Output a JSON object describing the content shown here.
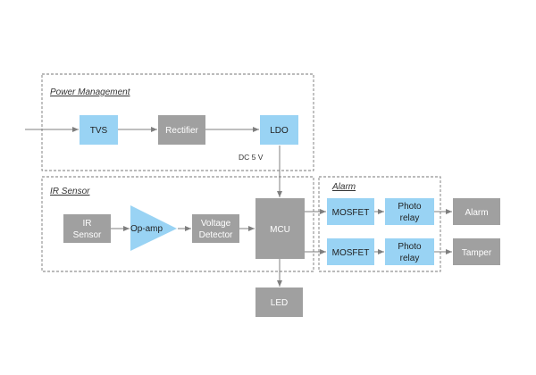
{
  "colors": {
    "block_blue": "#99d3f4",
    "block_gray": "#a0a0a0",
    "text_dark": "#1f1f1f",
    "text_light": "#ffffff",
    "line": "#7f7f7f",
    "group_border": "#777777"
  },
  "groups": {
    "power": {
      "title": "Power Management"
    },
    "ir": {
      "title": "IR Sensor"
    },
    "alarm": {
      "title": "Alarm"
    }
  },
  "blocks": {
    "tvs": {
      "label": "TVS"
    },
    "rectifier": {
      "label": "Rectifier"
    },
    "ldo": {
      "label": "LDO"
    },
    "ir_sensor": {
      "line1": "IR",
      "line2": "Sensor"
    },
    "op_amp": {
      "label": "Op-amp"
    },
    "voltage_detector": {
      "line1": "Voltage",
      "line2": "Detector"
    },
    "mcu": {
      "label": "MCU"
    },
    "mosfet_1": {
      "label": "MOSFET"
    },
    "photo_relay_1": {
      "line1": "Photo",
      "line2": "relay"
    },
    "alarm_out": {
      "label": "Alarm"
    },
    "mosfet_2": {
      "label": "MOSFET"
    },
    "photo_relay_2": {
      "line1": "Photo",
      "line2": "relay"
    },
    "tamper": {
      "label": "Tamper"
    },
    "led": {
      "label": "LED"
    }
  },
  "annotations": {
    "dc_supply": "DC 5 V"
  }
}
